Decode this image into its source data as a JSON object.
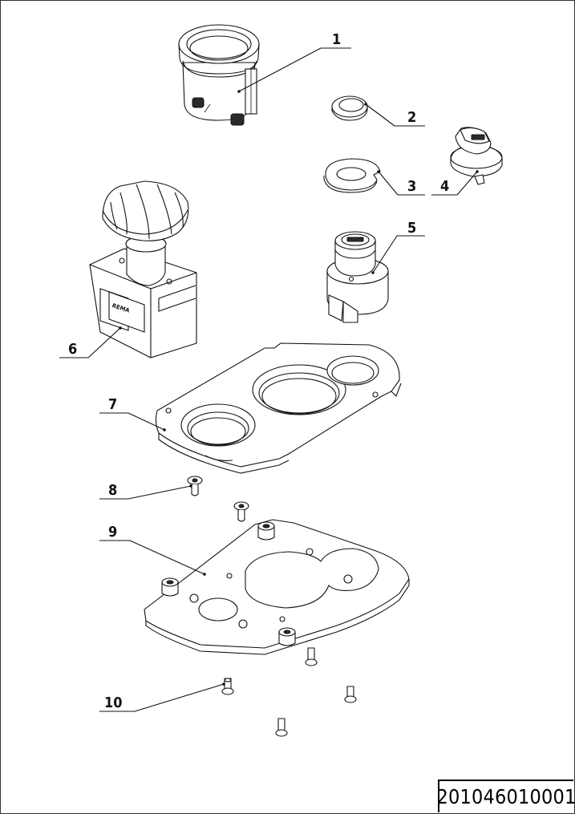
{
  "drawing": {
    "part_number": "201046010001",
    "callouts": [
      {
        "id": "1",
        "label": "1"
      },
      {
        "id": "2",
        "label": "2"
      },
      {
        "id": "3",
        "label": "3"
      },
      {
        "id": "4",
        "label": "4"
      },
      {
        "id": "5",
        "label": "5"
      },
      {
        "id": "6",
        "label": "6"
      },
      {
        "id": "7",
        "label": "7"
      },
      {
        "id": "8",
        "label": "8"
      },
      {
        "id": "9",
        "label": "9"
      },
      {
        "id": "10",
        "label": "10"
      }
    ],
    "switch_brand": "REMA"
  }
}
